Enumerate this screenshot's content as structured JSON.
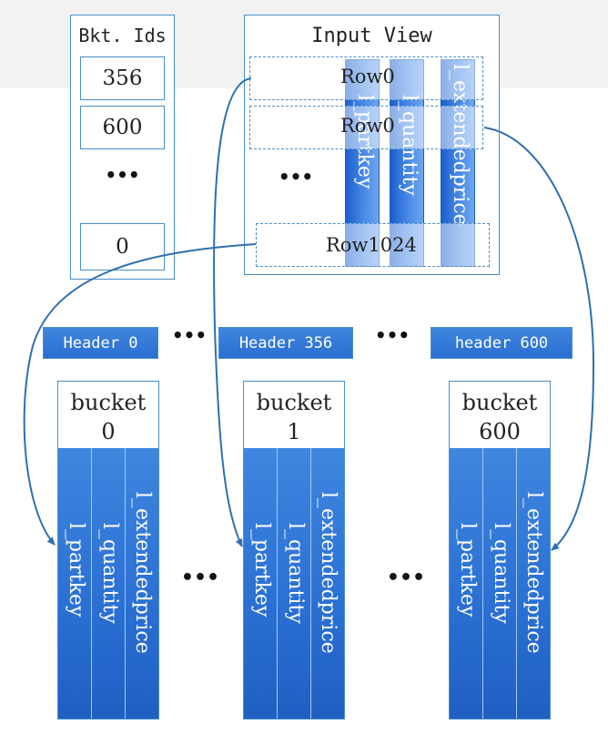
{
  "bucket_ids": {
    "title": "Bkt. Ids",
    "items": [
      "356",
      "600",
      "0"
    ],
    "ellipsis": "•••"
  },
  "input_view": {
    "title": "Input View",
    "rows": [
      "Row0",
      "Row0",
      "Row1024"
    ],
    "ellipsis": "•••",
    "columns": [
      "l_partkey",
      "l_quantity",
      "l_extendedprice"
    ]
  },
  "headers": [
    "Header 0",
    "Header 356",
    "header 600"
  ],
  "buckets": [
    {
      "title_line1": "bucket",
      "title_line2": "0",
      "columns": [
        "l_partkey",
        "l_quantity",
        "l_extendedprice"
      ]
    },
    {
      "title_line1": "bucket",
      "title_line2": "1",
      "columns": [
        "l_partkey",
        "l_quantity",
        "l_extendedprice"
      ]
    },
    {
      "title_line1": "bucket",
      "title_line2": "600",
      "columns": [
        "l_partkey",
        "l_quantity",
        "l_extendedprice"
      ]
    }
  ],
  "separator": "•••",
  "colors": {
    "accent": "#2a6ed0",
    "border": "#4a8fc6",
    "arrow": "#2f6fae",
    "band": "#f2f2f2"
  }
}
